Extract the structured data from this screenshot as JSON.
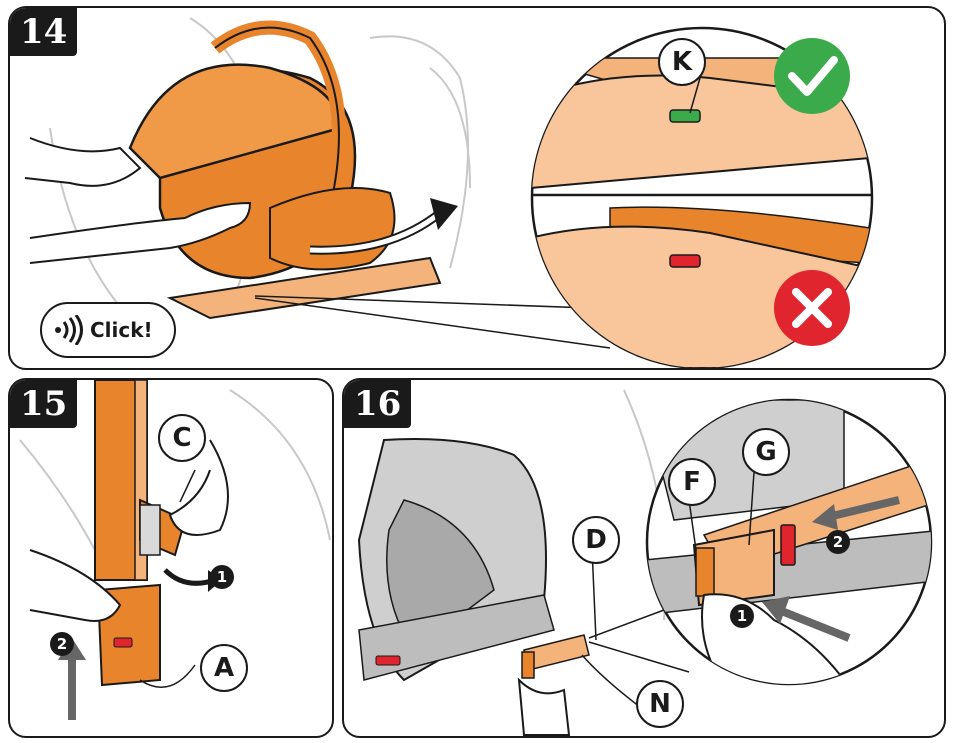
{
  "panels": {
    "p14": {
      "step": "14",
      "click_text": "Click!",
      "callout_k": "K"
    },
    "p15": {
      "step": "15",
      "callout_c": "C",
      "callout_a": "A",
      "badge_1": "1",
      "badge_2": "2"
    },
    "p16": {
      "step": "16",
      "callout_d": "D",
      "callout_n": "N",
      "callout_f": "F",
      "callout_g": "G",
      "badge_1": "1",
      "badge_2": "2"
    }
  },
  "colors": {
    "orange": "#E8842C",
    "orange_light": "#F4B37A",
    "outline": "#1a1a1a",
    "green_ok": "#3BAA4A",
    "red_no": "#E0252F",
    "grey_line": "#c8c8c8"
  }
}
